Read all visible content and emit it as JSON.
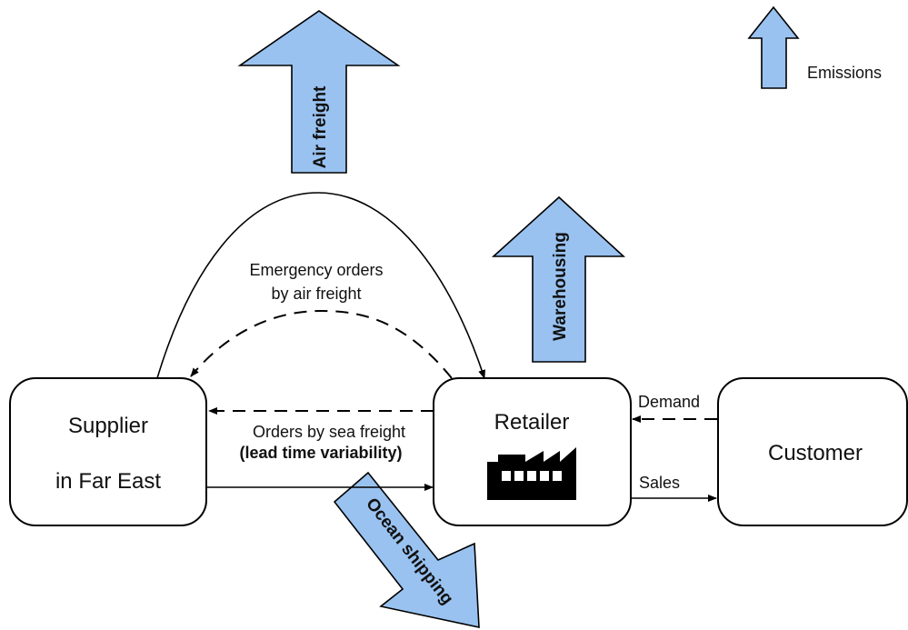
{
  "colors": {
    "emission_arrow": "#99c2f0",
    "stroke": "#000000",
    "text": "#111111"
  },
  "boxes": {
    "supplier": {
      "line1": "Supplier",
      "line2": "in Far East"
    },
    "retailer": {
      "label": "Retailer",
      "icon": "factory-icon"
    },
    "customer": {
      "label": "Customer"
    }
  },
  "emission_arrows": {
    "air_freight": "Air freight",
    "warehousing": "Warehousing",
    "ocean_shipping": "Ocean shipping"
  },
  "flows": {
    "emergency_line1": "Emergency orders",
    "emergency_line2": "by air freight",
    "sea_orders_line1": "Orders by sea freight",
    "sea_orders_line2": "(lead time variability)",
    "demand": "Demand",
    "sales": "Sales"
  },
  "legend": {
    "label": "Emissions",
    "icon": "up-arrow-icon"
  }
}
